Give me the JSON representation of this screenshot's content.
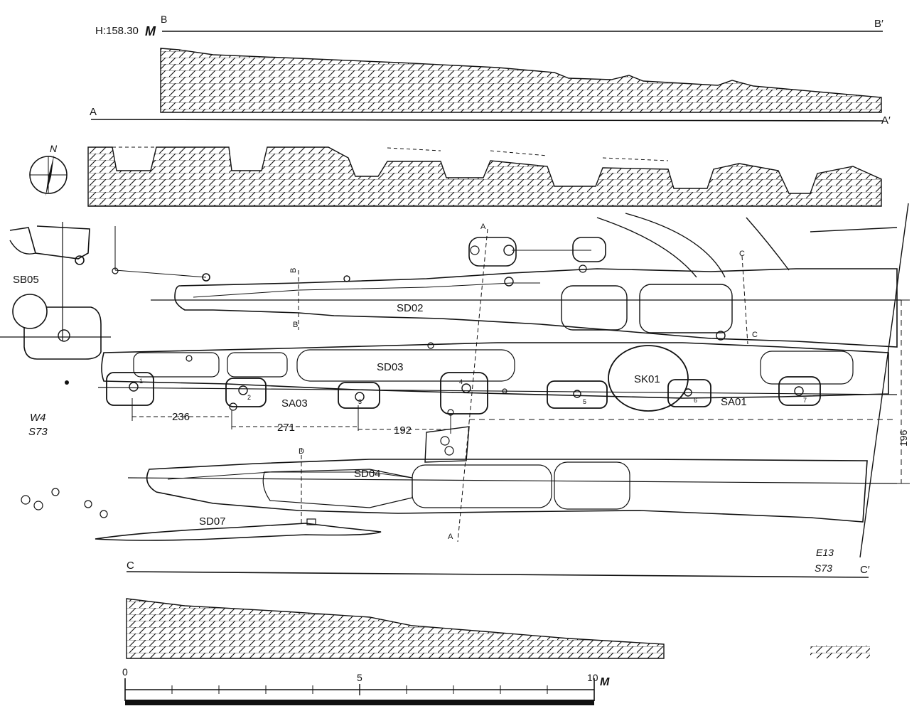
{
  "elevation": {
    "label": "H:158.30",
    "unit": "M"
  },
  "section_lines": {
    "B_start": "B",
    "B_end": "B′",
    "A_start": "A",
    "A_end": "A′",
    "C_start": "C",
    "C_end": "C′"
  },
  "north_arrow": {
    "label": "N"
  },
  "features": {
    "sb05": "SB05",
    "sd02": "SD02",
    "sd03": "SD03",
    "sd04": "SD04",
    "sd07": "SD07",
    "sk01": "SK01",
    "sa03": "SA03",
    "sa01": "SA01"
  },
  "section_markers": {
    "b": "B",
    "b_bar": "B",
    "a_top": "A",
    "a_bottom": "A",
    "c_top": "C",
    "c_bottom": "C",
    "d": "D"
  },
  "postholes": [
    "1",
    "2",
    "3",
    "4",
    "5",
    "6",
    "7"
  ],
  "dimensions": {
    "d1": "236",
    "d2": "271",
    "d3": "192",
    "d4": "196"
  },
  "grid_points": {
    "west": {
      "line1": "W4",
      "line2": "S73"
    },
    "east": {
      "line1": "E13",
      "line2": "S73"
    }
  },
  "scale_bar": {
    "start": "0",
    "mid": "5",
    "end": "10",
    "unit": "M"
  }
}
